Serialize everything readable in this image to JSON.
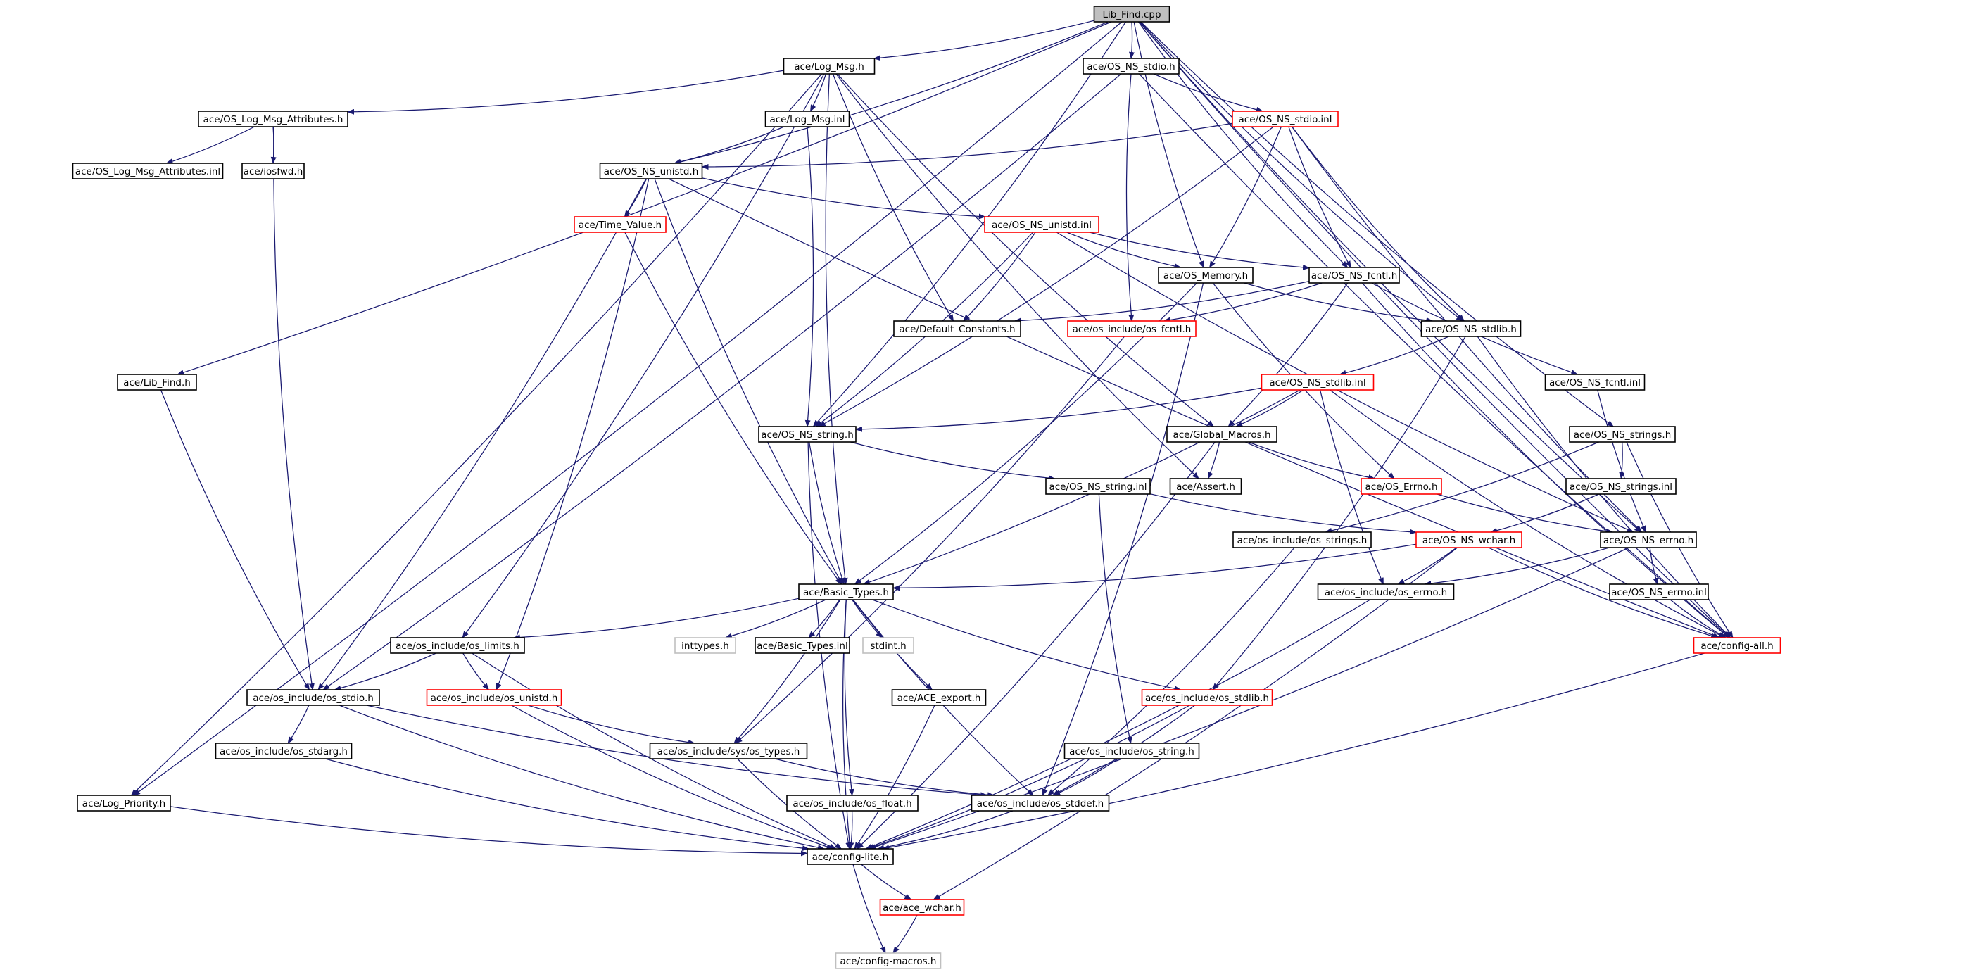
{
  "colors": {
    "edge": "#191970",
    "root_fill": "#bfbfbf",
    "node_border": "#000000",
    "truncated_border": "#ff0000",
    "external_border": "#bfbfbf",
    "external_text": "#7f7f7f"
  },
  "nodes": [
    {
      "id": "lib_find_cpp",
      "label": "Lib_Find.cpp",
      "kind": "root"
    },
    {
      "id": "log_msg_h",
      "label": "ace/Log_Msg.h",
      "kind": "normal"
    },
    {
      "id": "os_ns_stdio_h",
      "label": "ace/OS_NS_stdio.h",
      "kind": "normal"
    },
    {
      "id": "os_log_msg_attributes_h",
      "label": "ace/OS_Log_Msg_Attributes.h",
      "kind": "normal"
    },
    {
      "id": "log_msg_inl",
      "label": "ace/Log_Msg.inl",
      "kind": "normal"
    },
    {
      "id": "os_ns_stdio_inl",
      "label": "ace/OS_NS_stdio.inl",
      "kind": "truncated"
    },
    {
      "id": "os_log_msg_attributes_inl",
      "label": "ace/OS_Log_Msg_Attributes.inl",
      "kind": "normal"
    },
    {
      "id": "iosfwd_h",
      "label": "ace/iosfwd.h",
      "kind": "normal"
    },
    {
      "id": "os_ns_unistd_h",
      "label": "ace/OS_NS_unistd.h",
      "kind": "normal"
    },
    {
      "id": "time_value_h",
      "label": "ace/Time_Value.h",
      "kind": "truncated"
    },
    {
      "id": "os_ns_unistd_inl",
      "label": "ace/OS_NS_unistd.inl",
      "kind": "truncated"
    },
    {
      "id": "os_memory_h",
      "label": "ace/OS_Memory.h",
      "kind": "normal"
    },
    {
      "id": "os_ns_fcntl_h",
      "label": "ace/OS_NS_fcntl.h",
      "kind": "normal"
    },
    {
      "id": "default_constants_h",
      "label": "ace/Default_Constants.h",
      "kind": "normal"
    },
    {
      "id": "os_include_os_fcntl_h",
      "label": "ace/os_include/os_fcntl.h",
      "kind": "truncated"
    },
    {
      "id": "os_ns_stdlib_h",
      "label": "ace/OS_NS_stdlib.h",
      "kind": "normal"
    },
    {
      "id": "lib_find_h",
      "label": "ace/Lib_Find.h",
      "kind": "normal"
    },
    {
      "id": "os_ns_stdlib_inl",
      "label": "ace/OS_NS_stdlib.inl",
      "kind": "truncated"
    },
    {
      "id": "os_ns_fcntl_inl",
      "label": "ace/OS_NS_fcntl.inl",
      "kind": "normal"
    },
    {
      "id": "os_ns_string_h",
      "label": "ace/OS_NS_string.h",
      "kind": "normal"
    },
    {
      "id": "global_macros_h",
      "label": "ace/Global_Macros.h",
      "kind": "normal"
    },
    {
      "id": "os_ns_strings_h",
      "label": "ace/OS_NS_strings.h",
      "kind": "normal"
    },
    {
      "id": "os_ns_string_inl",
      "label": "ace/OS_NS_string.inl",
      "kind": "normal"
    },
    {
      "id": "assert_h",
      "label": "ace/Assert.h",
      "kind": "normal"
    },
    {
      "id": "os_errno_h",
      "label": "ace/OS_Errno.h",
      "kind": "truncated"
    },
    {
      "id": "os_ns_strings_inl",
      "label": "ace/OS_NS_strings.inl",
      "kind": "normal"
    },
    {
      "id": "os_include_os_strings_h",
      "label": "ace/os_include/os_strings.h",
      "kind": "normal"
    },
    {
      "id": "os_ns_wchar_h",
      "label": "ace/OS_NS_wchar.h",
      "kind": "truncated"
    },
    {
      "id": "os_ns_errno_h",
      "label": "ace/OS_NS_errno.h",
      "kind": "normal"
    },
    {
      "id": "basic_types_h",
      "label": "ace/Basic_Types.h",
      "kind": "normal"
    },
    {
      "id": "os_include_os_errno_h",
      "label": "ace/os_include/os_errno.h",
      "kind": "normal"
    },
    {
      "id": "os_ns_errno_inl",
      "label": "ace/OS_NS_errno.inl",
      "kind": "normal"
    },
    {
      "id": "os_include_os_limits_h",
      "label": "ace/os_include/os_limits.h",
      "kind": "normal"
    },
    {
      "id": "inttypes_h",
      "label": "inttypes.h",
      "kind": "external"
    },
    {
      "id": "basic_types_inl",
      "label": "ace/Basic_Types.inl",
      "kind": "normal"
    },
    {
      "id": "stdint_h",
      "label": "stdint.h",
      "kind": "external"
    },
    {
      "id": "config_all_h",
      "label": "ace/config-all.h",
      "kind": "truncated"
    },
    {
      "id": "os_include_os_stdio_h",
      "label": "ace/os_include/os_stdio.h",
      "kind": "normal"
    },
    {
      "id": "os_include_os_unistd_h",
      "label": "ace/os_include/os_unistd.h",
      "kind": "truncated"
    },
    {
      "id": "ace_export_h",
      "label": "ace/ACE_export.h",
      "kind": "normal"
    },
    {
      "id": "os_include_os_stdlib_h",
      "label": "ace/os_include/os_stdlib.h",
      "kind": "truncated"
    },
    {
      "id": "os_include_os_stdarg_h",
      "label": "ace/os_include/os_stdarg.h",
      "kind": "normal"
    },
    {
      "id": "os_include_sys_os_types_h",
      "label": "ace/os_include/sys/os_types.h",
      "kind": "normal"
    },
    {
      "id": "os_include_os_string_h",
      "label": "ace/os_include/os_string.h",
      "kind": "normal"
    },
    {
      "id": "log_priority_h",
      "label": "ace/Log_Priority.h",
      "kind": "normal"
    },
    {
      "id": "os_include_os_float_h",
      "label": "ace/os_include/os_float.h",
      "kind": "normal"
    },
    {
      "id": "os_include_os_stddef_h",
      "label": "ace/os_include/os_stddef.h",
      "kind": "normal"
    },
    {
      "id": "config_lite_h",
      "label": "ace/config-lite.h",
      "kind": "normal"
    },
    {
      "id": "ace_wchar_h",
      "label": "ace/ace_wchar.h",
      "kind": "truncated"
    },
    {
      "id": "config_macros_h",
      "label": "ace/config-macros.h",
      "kind": "external"
    }
  ],
  "edges": [
    [
      "lib_find_cpp",
      "log_msg_h"
    ],
    [
      "lib_find_cpp",
      "os_ns_stdio_h"
    ],
    [
      "lib_find_cpp",
      "os_ns_unistd_h"
    ],
    [
      "lib_find_cpp",
      "os_memory_h"
    ],
    [
      "lib_find_cpp",
      "os_ns_fcntl_h"
    ],
    [
      "lib_find_cpp",
      "os_ns_stdlib_h"
    ],
    [
      "lib_find_cpp",
      "lib_find_h"
    ],
    [
      "lib_find_cpp",
      "os_ns_string_h"
    ],
    [
      "lib_find_cpp",
      "os_ns_strings_h"
    ],
    [
      "lib_find_cpp",
      "os_ns_errno_h"
    ],
    [
      "lib_find_cpp",
      "config_all_h"
    ],
    [
      "lib_find_cpp",
      "log_priority_h"
    ],
    [
      "log_msg_h",
      "os_log_msg_attributes_h"
    ],
    [
      "log_msg_h",
      "log_msg_inl"
    ],
    [
      "log_msg_h",
      "default_constants_h"
    ],
    [
      "log_msg_h",
      "global_macros_h"
    ],
    [
      "log_msg_h",
      "assert_h"
    ],
    [
      "log_msg_h",
      "basic_types_h"
    ],
    [
      "log_msg_h",
      "os_include_os_limits_h"
    ],
    [
      "log_msg_h",
      "log_priority_h"
    ],
    [
      "os_ns_stdio_h",
      "os_ns_stdio_inl"
    ],
    [
      "os_ns_stdio_h",
      "os_include_os_fcntl_h"
    ],
    [
      "os_ns_stdio_h",
      "os_include_os_stdio_h"
    ],
    [
      "os_ns_stdio_h",
      "config_all_h"
    ],
    [
      "os_log_msg_attributes_h",
      "os_log_msg_attributes_inl"
    ],
    [
      "os_log_msg_attributes_h",
      "iosfwd_h"
    ],
    [
      "os_log_msg_attributes_h",
      "os_include_os_stdio_h"
    ],
    [
      "log_msg_inl",
      "os_ns_unistd_h"
    ],
    [
      "log_msg_inl",
      "os_ns_string_h"
    ],
    [
      "os_ns_stdio_inl",
      "os_ns_unistd_h"
    ],
    [
      "os_ns_stdio_inl",
      "os_memory_h"
    ],
    [
      "os_ns_stdio_inl",
      "os_ns_fcntl_h"
    ],
    [
      "os_ns_stdio_inl",
      "os_ns_stdlib_h"
    ],
    [
      "os_ns_stdio_inl",
      "os_ns_string_h"
    ],
    [
      "os_ns_stdio_inl",
      "os_ns_errno_h"
    ],
    [
      "os_ns_unistd_h",
      "time_value_h"
    ],
    [
      "os_ns_unistd_h",
      "os_ns_unistd_inl"
    ],
    [
      "os_ns_unistd_h",
      "basic_types_h"
    ],
    [
      "os_ns_unistd_h",
      "os_include_os_stdio_h"
    ],
    [
      "os_ns_unistd_h",
      "os_include_os_unistd_h"
    ],
    [
      "os_ns_unistd_h",
      "config_all_h"
    ],
    [
      "time_value_h",
      "basic_types_h"
    ],
    [
      "os_ns_unistd_inl",
      "os_memory_h"
    ],
    [
      "os_ns_unistd_inl",
      "os_ns_fcntl_h"
    ],
    [
      "os_ns_unistd_inl",
      "default_constants_h"
    ],
    [
      "os_ns_unistd_inl",
      "os_ns_string_h"
    ],
    [
      "os_ns_unistd_inl",
      "os_ns_errno_h"
    ],
    [
      "os_memory_h",
      "os_ns_stdlib_h"
    ],
    [
      "os_memory_h",
      "os_errno_h"
    ],
    [
      "os_memory_h",
      "basic_types_h"
    ],
    [
      "os_memory_h",
      "os_include_os_stddef_h"
    ],
    [
      "os_ns_fcntl_h",
      "default_constants_h"
    ],
    [
      "os_ns_fcntl_h",
      "os_include_os_fcntl_h"
    ],
    [
      "os_ns_fcntl_h",
      "os_ns_fcntl_inl"
    ],
    [
      "os_ns_fcntl_h",
      "global_macros_h"
    ],
    [
      "os_ns_fcntl_h",
      "config_all_h"
    ],
    [
      "os_include_os_fcntl_h",
      "os_include_sys_os_types_h"
    ],
    [
      "os_ns_stdlib_h",
      "os_ns_stdlib_inl"
    ],
    [
      "os_ns_stdlib_h",
      "os_include_os_stdlib_h"
    ],
    [
      "os_ns_stdlib_h",
      "config_all_h"
    ],
    [
      "lib_find_h",
      "os_include_os_stdio_h"
    ],
    [
      "os_ns_stdlib_inl",
      "os_ns_string_h"
    ],
    [
      "os_ns_stdlib_inl",
      "global_macros_h"
    ],
    [
      "os_ns_stdlib_inl",
      "basic_types_h"
    ],
    [
      "os_ns_stdlib_inl",
      "os_include_os_errno_h"
    ],
    [
      "os_ns_stdlib_inl",
      "config_all_h"
    ],
    [
      "os_ns_fcntl_inl",
      "os_ns_errno_h"
    ],
    [
      "os_ns_string_h",
      "os_ns_string_inl"
    ],
    [
      "os_ns_string_h",
      "basic_types_h"
    ],
    [
      "os_ns_string_h",
      "config_lite_h"
    ],
    [
      "global_macros_h",
      "assert_h"
    ],
    [
      "global_macros_h",
      "os_errno_h"
    ],
    [
      "global_macros_h",
      "config_lite_h"
    ],
    [
      "os_ns_strings_h",
      "os_ns_strings_inl"
    ],
    [
      "os_ns_strings_h",
      "os_include_os_strings_h"
    ],
    [
      "os_ns_strings_h",
      "config_all_h"
    ],
    [
      "os_ns_string_inl",
      "os_ns_wchar_h"
    ],
    [
      "os_ns_string_inl",
      "os_include_os_string_h"
    ],
    [
      "os_errno_h",
      "os_ns_errno_h"
    ],
    [
      "os_ns_strings_inl",
      "os_ns_wchar_h"
    ],
    [
      "os_include_os_strings_h",
      "os_include_os_stddef_h"
    ],
    [
      "os_ns_wchar_h",
      "basic_types_h"
    ],
    [
      "os_ns_wchar_h",
      "os_include_os_errno_h"
    ],
    [
      "os_ns_wchar_h",
      "config_all_h"
    ],
    [
      "os_ns_wchar_h",
      "ace_wchar_h"
    ],
    [
      "os_ns_errno_h",
      "os_include_os_errno_h"
    ],
    [
      "os_ns_errno_h",
      "os_ns_errno_inl"
    ],
    [
      "os_ns_errno_h",
      "config_lite_h"
    ],
    [
      "basic_types_h",
      "os_include_os_limits_h"
    ],
    [
      "basic_types_h",
      "inttypes_h"
    ],
    [
      "basic_types_h",
      "basic_types_inl"
    ],
    [
      "basic_types_h",
      "stdint_h"
    ],
    [
      "basic_types_h",
      "ace_export_h"
    ],
    [
      "basic_types_h",
      "os_include_os_stdlib_h"
    ],
    [
      "basic_types_h",
      "os_include_sys_os_types_h"
    ],
    [
      "basic_types_h",
      "os_include_os_float_h"
    ],
    [
      "basic_types_h",
      "os_include_os_stddef_h"
    ],
    [
      "basic_types_h",
      "config_lite_h"
    ],
    [
      "os_include_os_errno_h",
      "config_lite_h"
    ],
    [
      "os_ns_errno_inl",
      "config_all_h"
    ],
    [
      "os_include_os_limits_h",
      "os_include_os_stdio_h"
    ],
    [
      "os_include_os_limits_h",
      "os_include_os_unistd_h"
    ],
    [
      "os_include_os_limits_h",
      "config_lite_h"
    ],
    [
      "config_all_h",
      "config_lite_h"
    ],
    [
      "os_include_os_stdio_h",
      "os_include_os_stdarg_h"
    ],
    [
      "os_include_os_stdio_h",
      "os_include_os_stddef_h"
    ],
    [
      "os_include_os_stdio_h",
      "config_lite_h"
    ],
    [
      "os_include_os_unistd_h",
      "os_include_sys_os_types_h"
    ],
    [
      "os_include_os_unistd_h",
      "config_lite_h"
    ],
    [
      "ace_export_h",
      "config_lite_h"
    ],
    [
      "os_include_os_stdlib_h",
      "os_include_os_stddef_h"
    ],
    [
      "os_include_os_stdlib_h",
      "config_lite_h"
    ],
    [
      "os_include_os_stdarg_h",
      "config_lite_h"
    ],
    [
      "os_include_sys_os_types_h",
      "os_include_os_stddef_h"
    ],
    [
      "os_include_sys_os_types_h",
      "config_lite_h"
    ],
    [
      "os_include_os_string_h",
      "os_include_os_stddef_h"
    ],
    [
      "log_priority_h",
      "config_lite_h"
    ],
    [
      "os_include_os_float_h",
      "config_lite_h"
    ],
    [
      "os_include_os_stddef_h",
      "config_lite_h"
    ],
    [
      "config_lite_h",
      "ace_wchar_h"
    ],
    [
      "config_lite_h",
      "config_macros_h"
    ],
    [
      "ace_wchar_h",
      "config_macros_h"
    ]
  ]
}
